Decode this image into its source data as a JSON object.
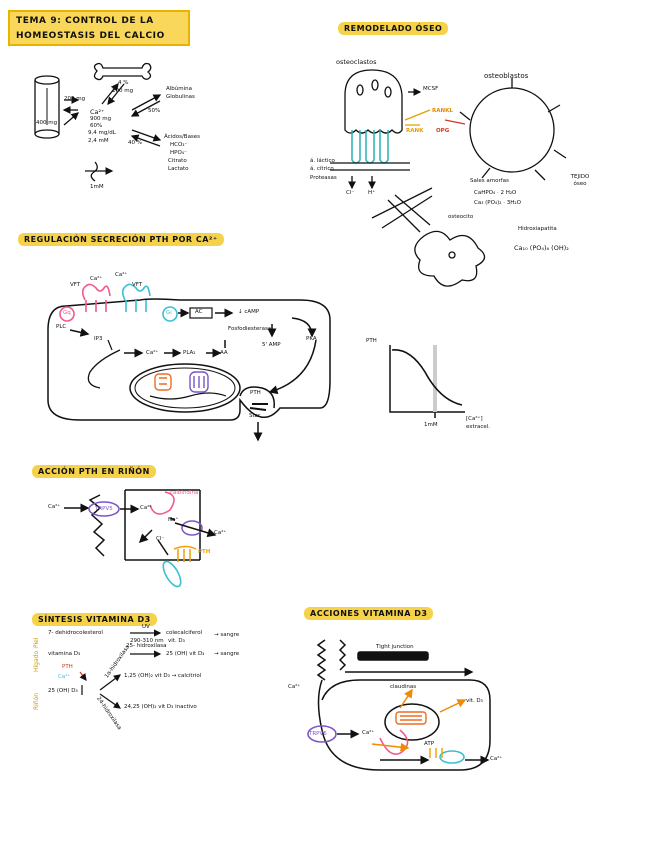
{
  "title": {
    "line1": "Tema 9: control de la",
    "line2": "homeostasis del calcio"
  },
  "headings": {
    "remodelado": "Remodelado óseo",
    "regulacion": "Regulación secreción PTH por Ca²⁺",
    "accion_rinon": "Acción PTH en riñón",
    "sintesis": "Síntesis vitamina D3",
    "acciones": "Acciones vitamina D3"
  },
  "homeostasis": {
    "ca": "Ca²⁺",
    "mg": "900 mg",
    "fraction": "60%",
    "conc": "9,4 mg/dL",
    "mm": "2,4 mM",
    "label_200": "200 mg",
    "label_400": "400 mg",
    "pct_4": "4 %",
    "mg_200": "200 mg",
    "pct_50": "50%",
    "pct_40": "40 %",
    "proteins": [
      "Albúmina",
      "Globulinas"
    ],
    "complexes": [
      "Ácidos/Bases",
      "HCO₃⁻",
      "HPO₄⁻",
      "Citrato",
      "Lactato"
    ],
    "free": "1mM"
  },
  "remodelado": {
    "osteoclastos": "osteoclastos",
    "osteoblastos": "osteoblastos",
    "mcsf": "MCSF",
    "rankl": "RANKL",
    "rank": "RANK",
    "opg": "OPG",
    "enzymes": [
      "á. láctico",
      "á. cítrico",
      "Proteasas"
    ],
    "cl": "Cl⁻",
    "h": "H⁺",
    "sales": "Sales amorfas",
    "salt1": "CaHPO₄ · 2 H₂O",
    "salt2": "Ca₃ (PO₄)₂ · 3H₂O",
    "tejido": "TEJIDO óseo",
    "osteocito": "osteocito",
    "hidroxiapatita": "Hidroxiapatita",
    "formula": "Ca₁₀ (PO₄)₆ (OH)₂"
  },
  "regulacion": {
    "vft1": "VFT",
    "vft2": "VFT",
    "ca1": "Ca²⁺",
    "ca2": "Ca²⁺",
    "gq": "Gq",
    "gi": "Gi",
    "ac": "AC",
    "camp": "↓ cAMP",
    "fosfo": "Fosfodiesterasa",
    "amp": "5' AMP",
    "pka": "PKA",
    "plc": "PLC",
    "ip3": "IP3",
    "ca": "Ca²⁺",
    "pla2": "PLA₂",
    "aa": "AA",
    "pth": "PTH",
    "star": "Star"
  },
  "graph": {
    "ylabel": "PTH",
    "tick": "1mM",
    "xlabel1": "[Ca²⁺]",
    "xlabel2": "extracel."
  },
  "rinon": {
    "ca": "Ca²⁺",
    "trpv": "TRPV5",
    "ca_in": "Ca²⁺",
    "calbindina": "calbindina",
    "na": "Na⁺",
    "ca_out": "Ca²⁺",
    "cl": "Cl⁻",
    "pth": "PTH"
  },
  "sintesis": {
    "piel": "Piel",
    "higado": "Hígado",
    "rinon": "Riñón",
    "s1": "7- dehidrocolesterol",
    "uv": "UV",
    "nm": "290-310 nm",
    "calcif": "colecalciferol",
    "vitd3": "vit. D₃",
    "sangre1": "→ sangre",
    "vitd": "vitamina D₃",
    "hidrox25": "25- hidroxilasa",
    "oh25": "25 (OH) vit D₃",
    "sangre2": "→ sangre",
    "pth": "PTH",
    "ca": "Ca²⁺",
    "rinon_oh": "25 (OH) D₃",
    "hidrox1": "1α-hidroxilasa",
    "hidrox24": "24-hidroxilasa",
    "calcitriol": "1,25 (OH)₂ vit D₃ → calcitriol",
    "inactive": "24,25 (OH)₂ vit D₃ inactivo"
  },
  "acciones": {
    "tight": "Tight junction",
    "claudinas": "claudinas",
    "ca_out": "Ca²⁺",
    "trpv": "TRPV6",
    "ca_in": "Ca²⁺",
    "vitd": "vit. D₃",
    "atp": "ATP",
    "ca_exit": "Ca²⁺"
  }
}
